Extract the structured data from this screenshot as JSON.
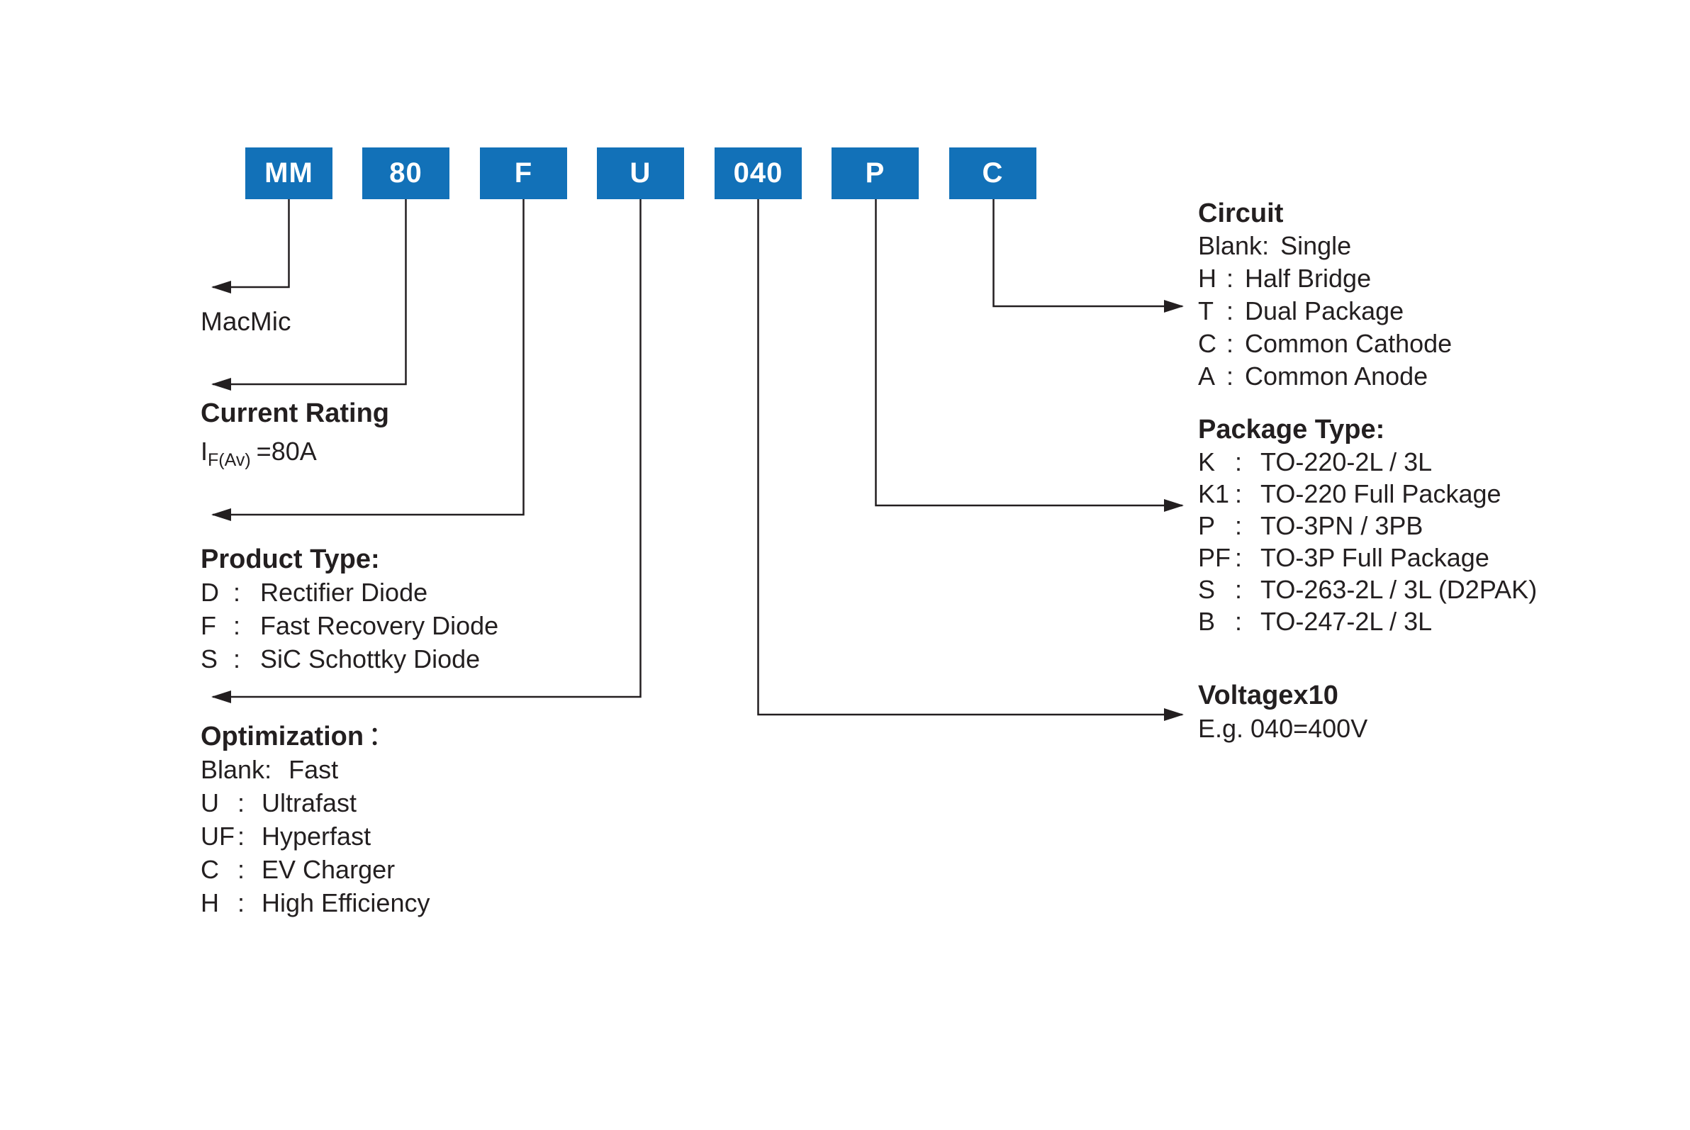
{
  "colon": ":",
  "colors": {
    "box_blue": "#1271b8",
    "line": "#231f20"
  },
  "part_code": {
    "segments": [
      "MM",
      "80",
      "F",
      "U",
      "040",
      "P",
      "C"
    ]
  },
  "brand": {
    "label": "MacMic"
  },
  "current_rating": {
    "title": "Current Rating",
    "symbol": "I",
    "subscript": "F(Av)",
    "value": "=80A"
  },
  "product_type": {
    "title": "Product Type:",
    "items": [
      {
        "key": "D",
        "label": "Rectifier Diode"
      },
      {
        "key": "F",
        "label": "Fast Recovery Diode"
      },
      {
        "key": "S",
        "label": "SiC Schottky Diode"
      }
    ]
  },
  "optimization": {
    "title": "Optimization",
    "title_colon": "：",
    "items": [
      {
        "key": "Blank",
        "label": "Fast"
      },
      {
        "key": "U",
        "label": "Ultrafast"
      },
      {
        "key": "UF",
        "label": "Hyperfast"
      },
      {
        "key": "C",
        "label": "EV Charger"
      },
      {
        "key": "H",
        "label": "High Efficiency"
      }
    ]
  },
  "circuit": {
    "title": "Circuit",
    "items": [
      {
        "key": "Blank",
        "label": "Single"
      },
      {
        "key": "H",
        "label": "Half Bridge"
      },
      {
        "key": "T",
        "label": "Dual Package"
      },
      {
        "key": "C",
        "label": "Common Cathode"
      },
      {
        "key": "A",
        "label": "Common Anode"
      }
    ]
  },
  "package_type": {
    "title": "Package Type:",
    "items": [
      {
        "key": "K",
        "label": "TO-220-2L / 3L"
      },
      {
        "key": "K1",
        "label": "TO-220 Full Package"
      },
      {
        "key": "P",
        "label": "TO-3PN / 3PB"
      },
      {
        "key": "PF",
        "label": "TO-3P Full Package"
      },
      {
        "key": "S",
        "label": "TO-263-2L / 3L (D2PAK)"
      },
      {
        "key": "B",
        "label": "TO-247-2L / 3L"
      }
    ]
  },
  "voltage": {
    "title": "Voltagex10",
    "example": "E.g. 040=400V"
  }
}
